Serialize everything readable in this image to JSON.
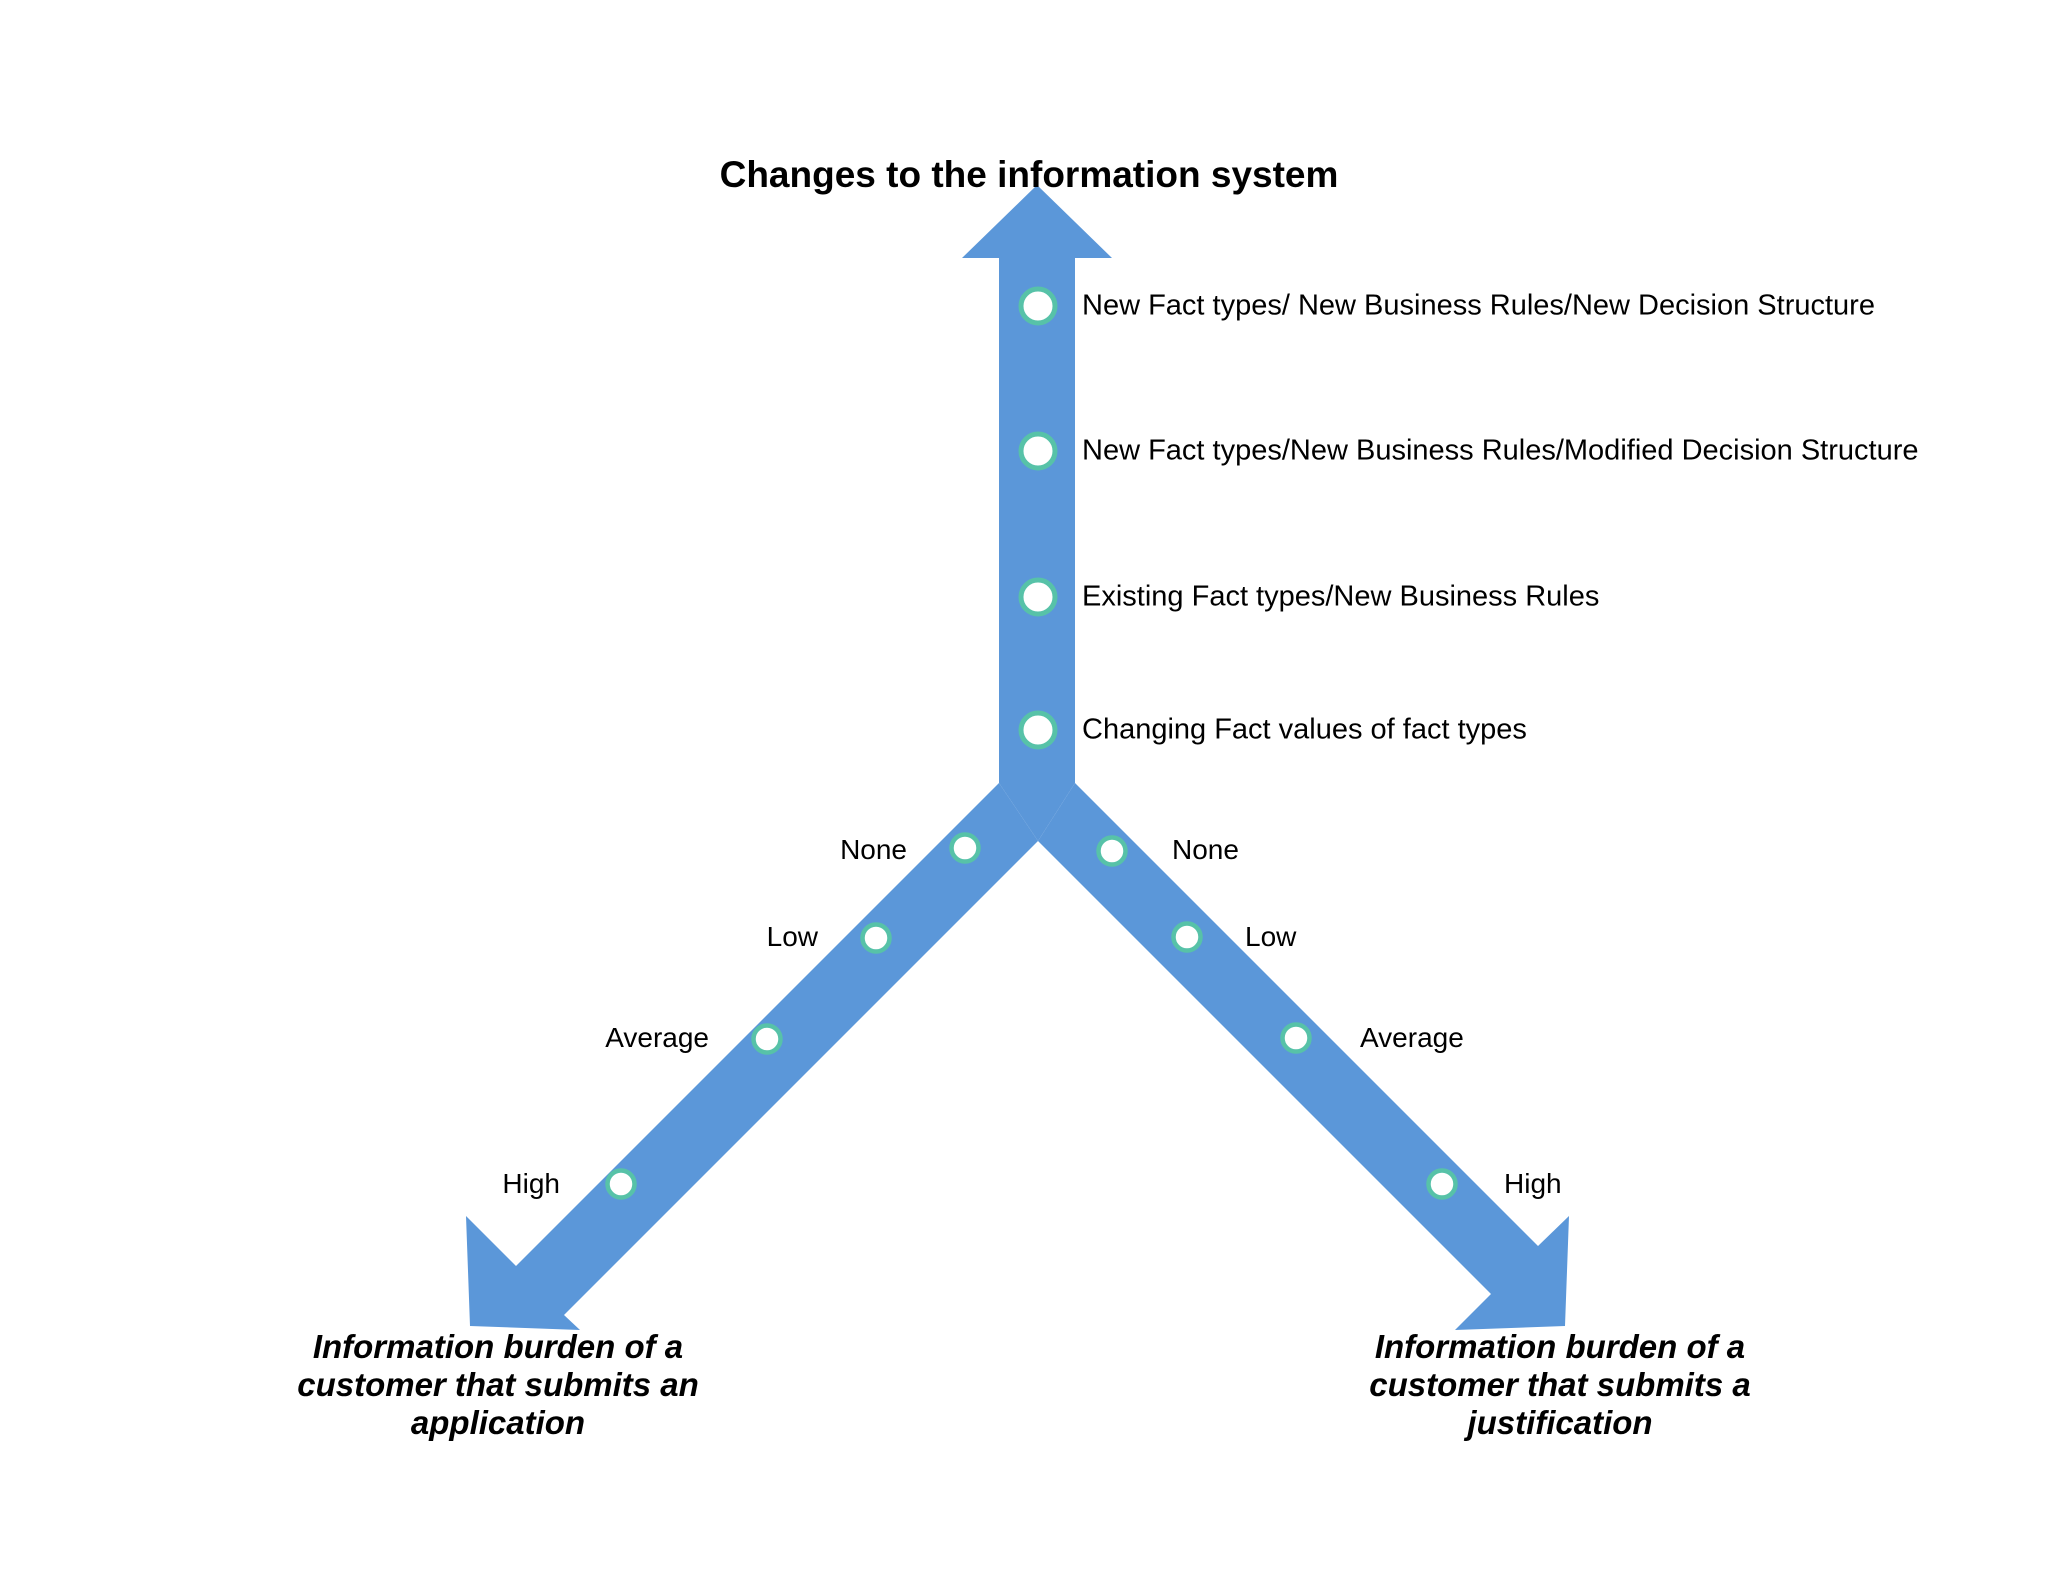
{
  "colors": {
    "arrow_blue": "#5B97D9",
    "marker_ring_teal": "#57C2A8",
    "marker_fill_white": "#ffffff",
    "text_black": "#000000",
    "background": "#ffffff"
  },
  "title": "Changes to the information system",
  "up_axis": {
    "items": [
      "New Fact types/ New Business Rules/New Decision Structure",
      "New Fact types/New Business Rules/Modified Decision Structure",
      "Existing Fact types/New Business Rules",
      "Changing Fact values of fact types"
    ]
  },
  "left_axis": {
    "levels": [
      "None",
      "Low",
      "Average",
      "High"
    ],
    "caption_lines": [
      "Information burden of a",
      "customer that submits an",
      "application"
    ]
  },
  "right_axis": {
    "levels": [
      "None",
      "Low",
      "Average",
      "High"
    ],
    "caption_lines": [
      "Information burden of a",
      "customer that submits a",
      "justification"
    ]
  }
}
